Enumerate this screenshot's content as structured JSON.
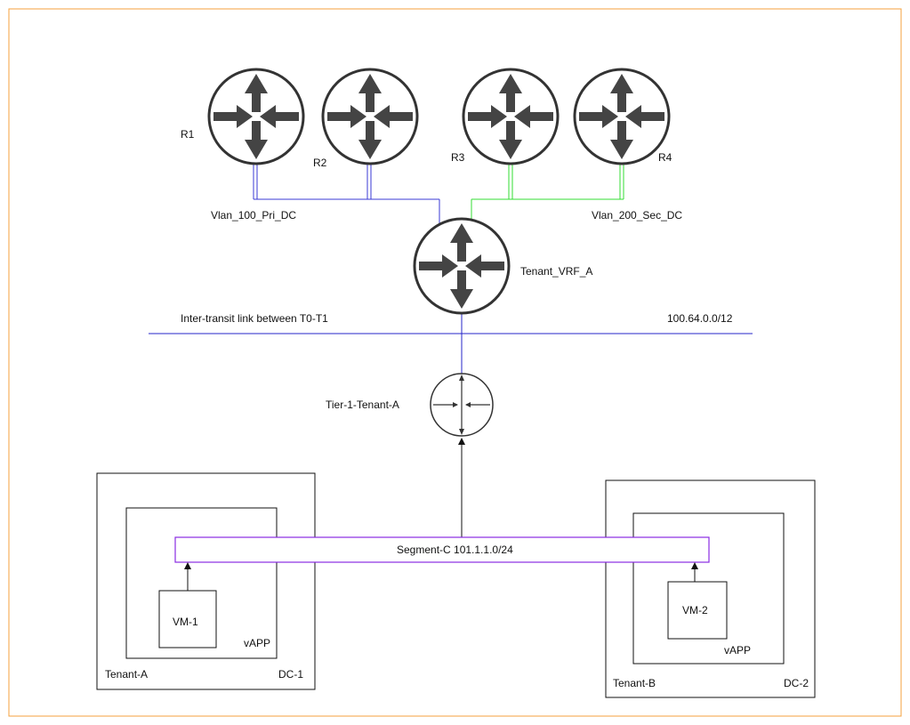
{
  "colors": {
    "frame": "#f5a23c",
    "router_fill": "#ffffff",
    "router_stroke": "#333333",
    "router_arrow": "#444444",
    "vlan_primary": "#3a3ad6",
    "vlan_secondary": "#33dd33",
    "transit": "#2424c8",
    "segment": "#8a2be2",
    "box": "#111111"
  },
  "labels": {
    "r1": "R1",
    "r2": "R2",
    "r3": "R3",
    "r4": "R4",
    "vlan_100": "Vlan_100_Pri_DC",
    "vlan_200": "Vlan_200_Sec_DC",
    "tenant_vrf": "Tenant_VRF_A",
    "transit_link": "Inter-transit link between T0-T1",
    "transit_subnet": "100.64.0.0/12",
    "tier1": "Tier-1-Tenant-A",
    "segment": "Segment-C 101.1.1.0/24",
    "vm1": "VM-1",
    "vm2": "VM-2",
    "vapp_left": "vAPP",
    "vapp_right": "vAPP",
    "tenant_a": "Tenant-A",
    "tenant_b": "Tenant-B",
    "dc1": "DC-1",
    "dc2": "DC-2"
  },
  "icons": {
    "router": "router-icon",
    "tier1": "tier1-router-icon"
  }
}
